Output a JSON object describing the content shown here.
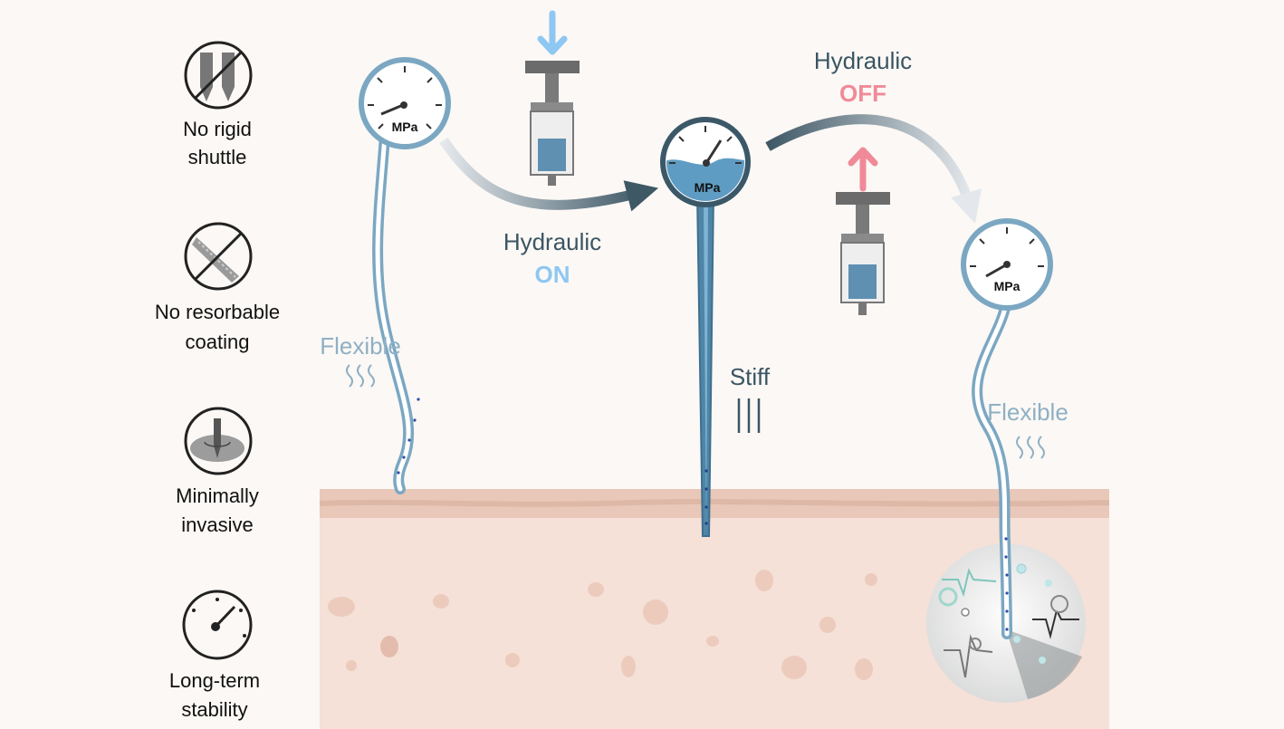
{
  "features": [
    {
      "icon": "no-rigid-shuttle-icon",
      "line1": "No rigid",
      "line2": "shuttle"
    },
    {
      "icon": "no-resorbable-coating-icon",
      "line1": "No resorbable",
      "line2": "coating"
    },
    {
      "icon": "minimally-invasive-icon",
      "line1": "Minimally",
      "line2": "invasive"
    },
    {
      "icon": "long-term-stability-icon",
      "line1": "Long-term",
      "line2": "stability"
    }
  ],
  "gauge_unit": "MPa",
  "stage1": {
    "state_label": "Flexible"
  },
  "transition_on": {
    "title": "Hydraulic",
    "state": "ON"
  },
  "stage2": {
    "state_label": "Stiff"
  },
  "transition_off": {
    "title": "Hydraulic",
    "state": "OFF"
  },
  "stage3": {
    "state_label": "Flexible"
  },
  "colors": {
    "on": "#8ec7f2",
    "off": "#f08a98",
    "probe": "#7ba7c2",
    "dark": "#3b5563",
    "tissue": "#f5e1d7"
  }
}
